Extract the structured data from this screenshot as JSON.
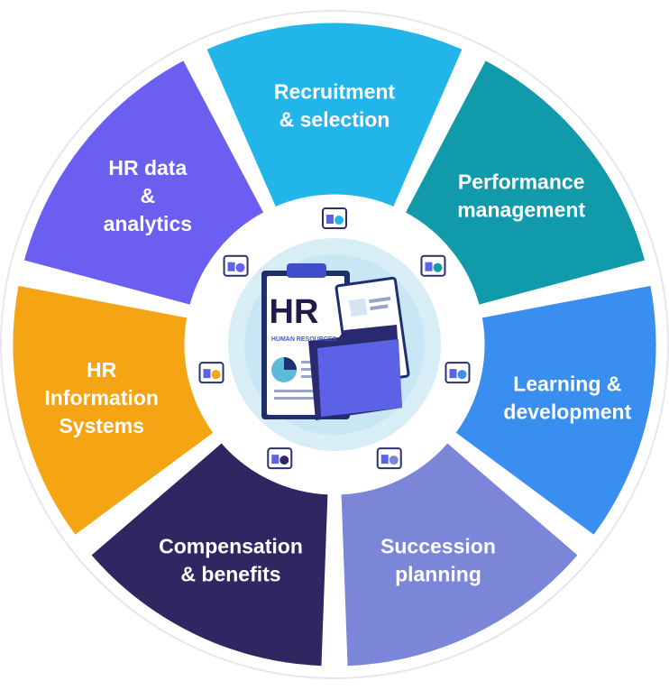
{
  "wheel": {
    "segments": [
      {
        "id": "recruitment",
        "lines": [
          "Recruitment",
          "& selection"
        ],
        "color": "#22b5ea",
        "icon": "megaphone-award-icon"
      },
      {
        "id": "performance",
        "lines": [
          "Performance",
          "management"
        ],
        "color": "#119aa9",
        "icon": "briefcase-chart-icon"
      },
      {
        "id": "learning",
        "lines": [
          "Learning &",
          "development"
        ],
        "color": "#3a8ef0",
        "icon": "gear-arrows-icon"
      },
      {
        "id": "succession",
        "lines": [
          "Succession",
          "planning"
        ],
        "color": "#7b86d9",
        "icon": "people-podium-icon"
      },
      {
        "id": "compensation",
        "lines": [
          "Compensation",
          "& benefits"
        ],
        "color": "#2e2761",
        "icon": "hand-gear-moneybag-icon"
      },
      {
        "id": "hris",
        "lines": [
          "HR",
          "Information",
          "Systems"
        ],
        "color": "#f5a514",
        "icon": "hand-circuit-icon"
      },
      {
        "id": "analytics",
        "lines": [
          "HR data",
          "&",
          "analytics"
        ],
        "color": "#6a5ff0",
        "icon": "analytics-magnifier-icon"
      }
    ],
    "center": {
      "title": "HR",
      "subtitle": "HUMAN RESOURCES",
      "icon": "clipboard-folder-icon"
    }
  }
}
